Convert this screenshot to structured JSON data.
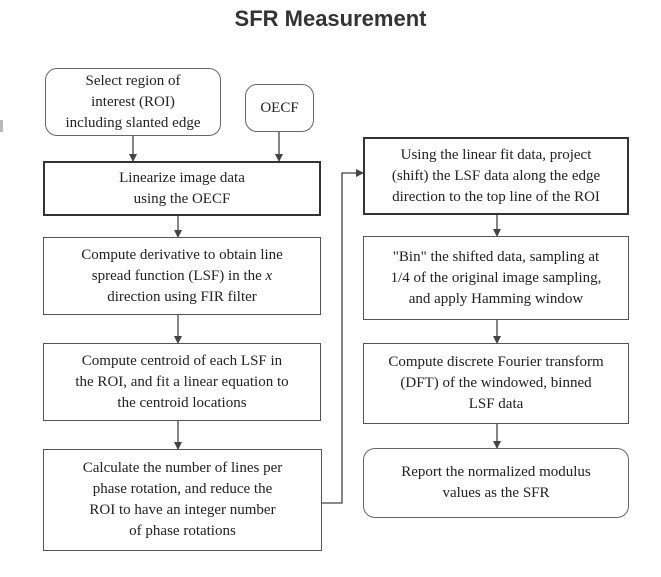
{
  "title": "SFR Measurement",
  "nodes": {
    "select_roi": "Select region of\ninterest (ROI)\nincluding slanted edge",
    "oecf": "OECF",
    "linearize": "Linearize image data\nusing the OECF",
    "derivative_pre": "Compute derivative to obtain line\nspread function (LSF) in the ",
    "derivative_var": "x",
    "derivative_post": "\ndirection using FIR filter",
    "centroid": "Compute centroid of each LSF in\nthe ROI, and fit a linear equation to\nthe centroid locations",
    "lines_per_phase": "Calculate the number of lines per\nphase rotation, and reduce the\nROI to have an integer number\nof phase rotations",
    "project_shift": "Using the linear fit data, project\n(shift) the LSF data along the edge\ndirection to the top line of the ROI",
    "bin": "\"Bin\" the shifted data, sampling at\n1/4 of the original image sampling,\nand apply Hamming window",
    "dft": "Compute discrete Fourier transform\n(DFT) of the windowed, binned\nLSF data",
    "report": "Report the normalized modulus\nvalues as the SFR"
  },
  "colors": {
    "title": "#333333",
    "line": "#444444",
    "text": "#222222"
  }
}
